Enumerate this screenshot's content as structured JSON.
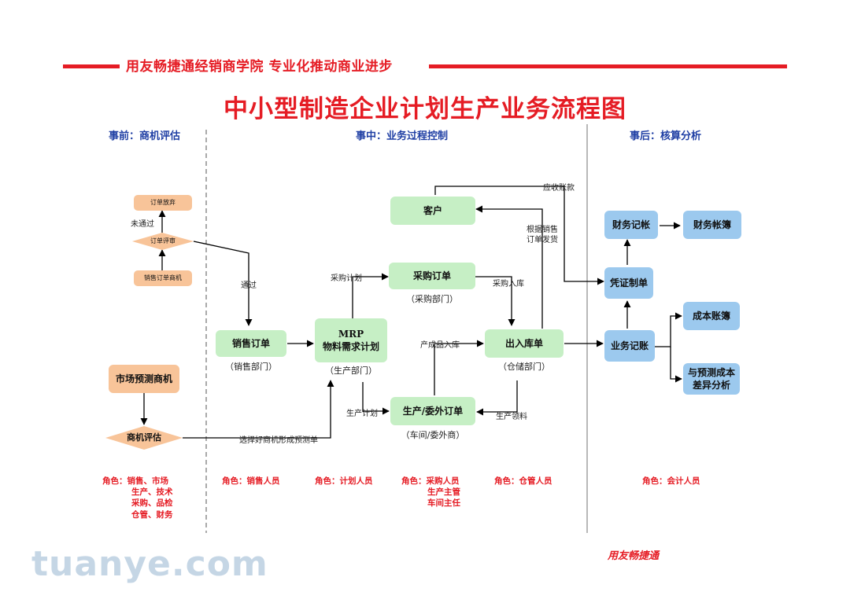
{
  "header": {
    "banner_text": "用友畅捷通经销商学院   专业化推动商业进步",
    "title": "中小型制造企业计划生产业务流程图"
  },
  "phases": {
    "before": "事前：商机评估",
    "during": "事中：业务过程控制",
    "after": "事后：核算分析"
  },
  "nodes": {
    "order_abandon": "订单放弃",
    "order_review": "订单评审",
    "sales_order_opportunity": "销售订单商机",
    "market_forecast": "市场预测商机",
    "opportunity_eval": "商机评估",
    "sales_order": "销售订单",
    "sales_order_dept": "（销售部门）",
    "mrp_line1": "MRP",
    "mrp_line2": "物料需求计划",
    "mrp_dept": "（生产部门）",
    "customer": "客户",
    "purchase_order": "采购订单",
    "purchase_order_dept": "（采购部门）",
    "stock_in_out": "出入库单",
    "stock_in_out_dept": "（仓储部门）",
    "production_order": "生产/委外订单",
    "production_order_dept": "（车间/委外商）",
    "finance_posting": "财务记帐",
    "finance_ledger": "财务帐簿",
    "voucher": "凭证制单",
    "business_posting": "业务记账",
    "cost_ledger": "成本账簿",
    "cost_variance_line1": "与预测成本",
    "cost_variance_line2": "差异分析"
  },
  "edge_labels": {
    "not_passed": "未通过",
    "passed": "通过",
    "select_opportunity": "选择好商机形成预测单",
    "purchase_plan": "采购计划",
    "production_plan": "生产计划",
    "purchase_stock_in": "采购入库",
    "finished_goods_in": "产成品入库",
    "production_pick": "生产领料",
    "receivables": "应收账款",
    "ship_by_sales_1": "根据销售",
    "ship_by_sales_2": "订单发货"
  },
  "roles": {
    "eval_line1": "角色：销售、市场",
    "eval_line2": "生产、技术",
    "eval_line3": "采购、品检",
    "eval_line4": "仓管、财务",
    "sales": "角色：销售人员",
    "planning": "角色：计划人员",
    "purchase_line1": "角色：采购人员",
    "purchase_line2": "生产主管",
    "purchase_line3": "车间主任",
    "warehouse": "角色：仓管人员",
    "accounting": "角色：会计人员"
  },
  "footer": {
    "watermark": "tuanye.com",
    "brand": "用友畅捷通"
  },
  "colors": {
    "accent_red": "#e51c24",
    "phase_blue": "#1f3fa4",
    "node_green": "#c6efc5",
    "node_blue": "#9cc9ee",
    "node_orange": "#f8c499"
  }
}
